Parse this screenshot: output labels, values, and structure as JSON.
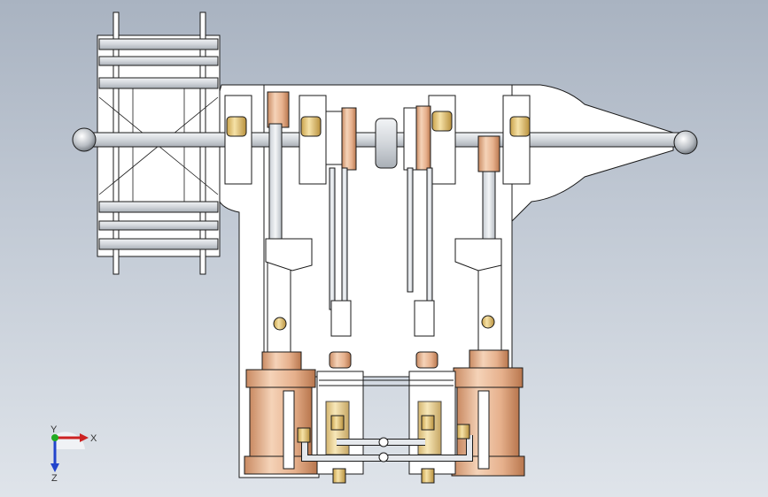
{
  "viewport": {
    "background_top": "#a9b3c1",
    "background_bottom": "#dfe4ea"
  },
  "model": {
    "outline_color": "#1a1a1a",
    "plate_color": "#ffffff",
    "brass_color": "#e8c98a",
    "copper_color": "#e6b08c",
    "shaft_color": "#d4d8dc"
  },
  "triad": {
    "x_label": "X",
    "y_label": "Y",
    "z_label": "Z",
    "x_color": "#cc2222",
    "y_color": "#22aa22",
    "z_color": "#2244cc"
  }
}
